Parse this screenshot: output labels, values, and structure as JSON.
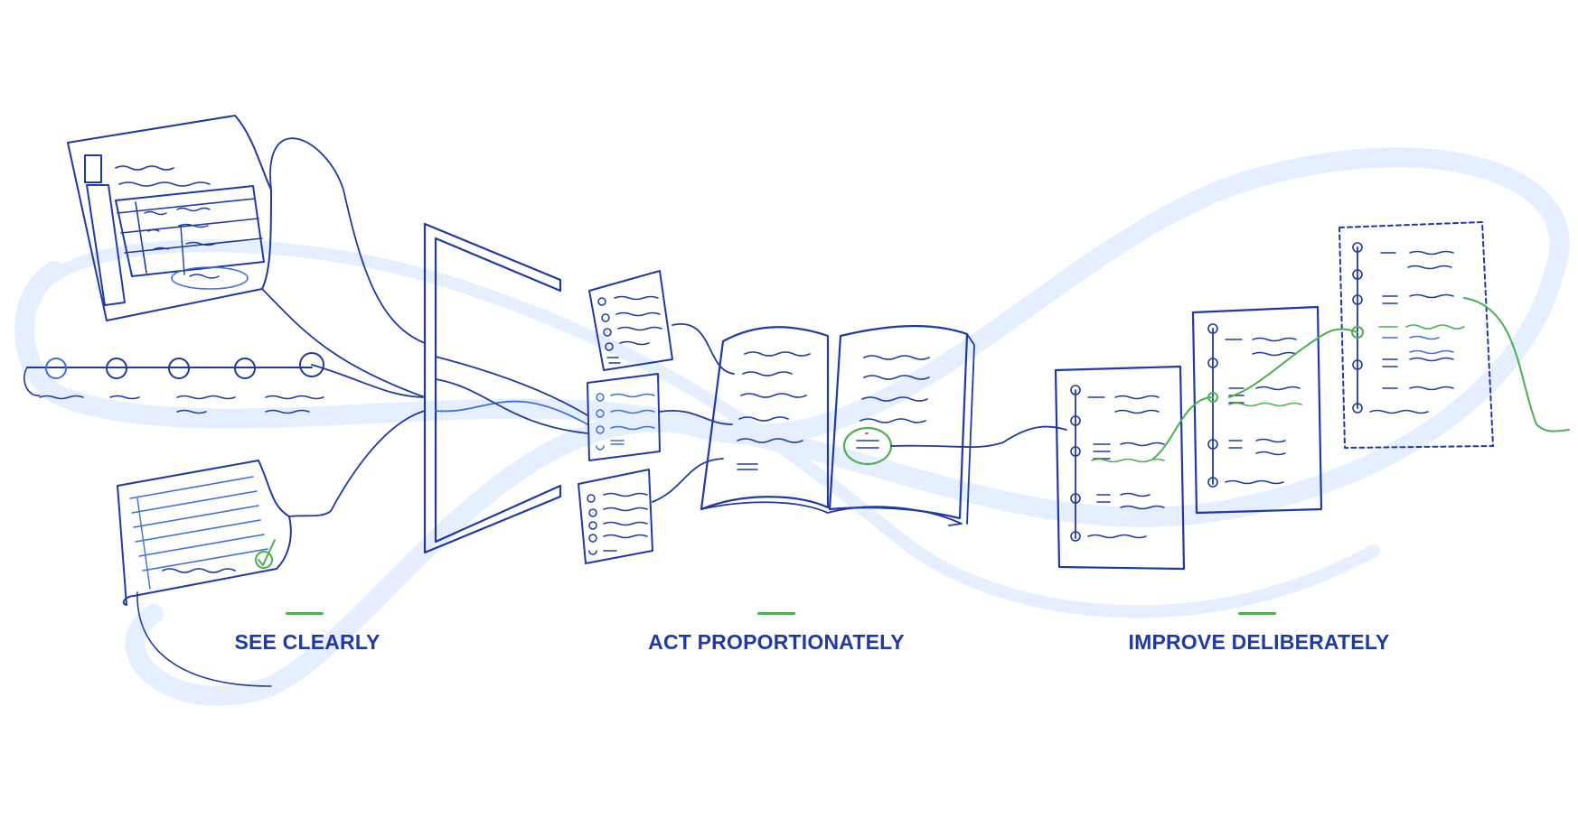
{
  "colors": {
    "ink": "#1f3aa3",
    "ink_light": "#3d6fd8",
    "accent_green": "#4caf50",
    "halo": "#e6efff",
    "background": "#ffffff"
  },
  "stages": [
    {
      "id": "see",
      "label": "SEE CLEARLY"
    },
    {
      "id": "act",
      "label": "ACT PROPORTIONATELY"
    },
    {
      "id": "improve",
      "label": "IMPROVE DELIBERATELY"
    }
  ],
  "icons": [
    "table-document-icon",
    "timeline-icon",
    "checked-document-icon",
    "funnel-frame-icon",
    "checklist-card-icon",
    "open-book-icon",
    "stepped-document-icon",
    "dashed-document-icon"
  ]
}
